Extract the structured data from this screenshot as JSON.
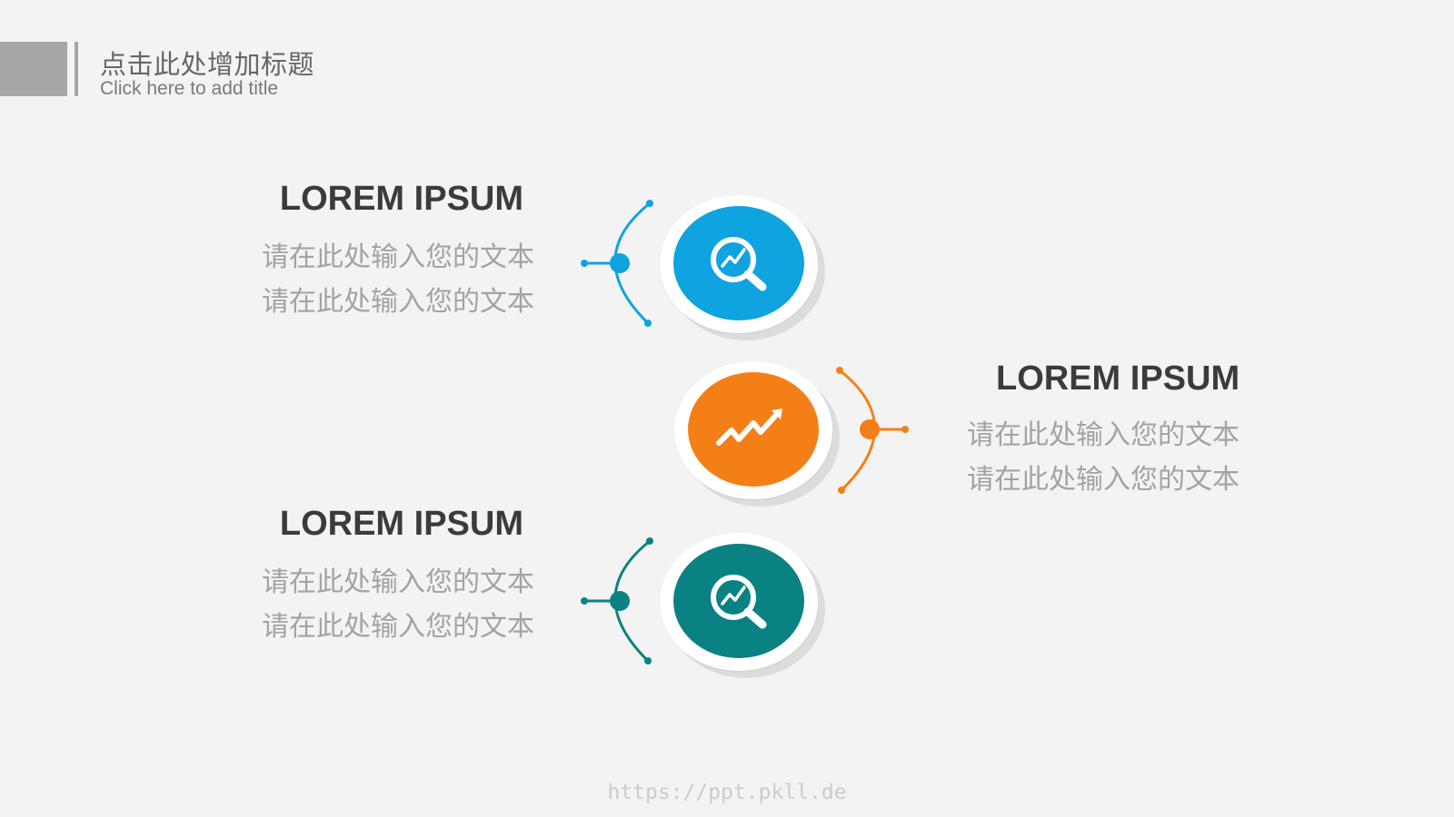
{
  "header": {
    "title": "点击此处增加标题",
    "subtitle": "Click here to add title"
  },
  "items": [
    {
      "heading": "LOREM IPSUM",
      "lines": [
        "请在此处输入您的文本",
        "请在此处输入您的文本"
      ],
      "color": "#0fa3e0",
      "icon": "magnifier-chart-icon",
      "side": "left"
    },
    {
      "heading": "LOREM IPSUM",
      "lines": [
        "请在此处输入您的文本",
        "请在此处输入您的文本"
      ],
      "color": "#f57f17",
      "icon": "trend-up-arrow-icon",
      "side": "right"
    },
    {
      "heading": "LOREM IPSUM",
      "lines": [
        "请在此处输入您的文本",
        "请在此处输入您的文本"
      ],
      "color": "#0a8283",
      "icon": "magnifier-chart-icon",
      "side": "left"
    }
  ],
  "footer": {
    "url": "https://ppt.pkll.de"
  }
}
